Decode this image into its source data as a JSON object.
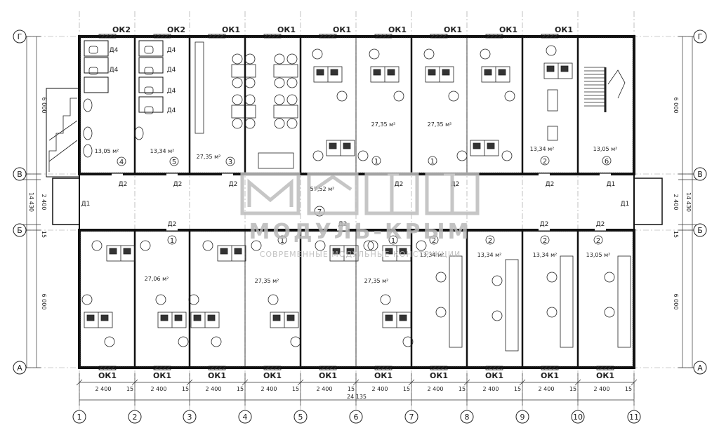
{
  "windows": {
    "top": [
      "ОК2",
      "ОК2",
      "ОК1",
      "ОК1",
      "ОК1",
      "ОК1",
      "ОК1",
      "ОК1",
      "ОК1"
    ],
    "bottom": [
      "ОК1",
      "ОК1",
      "ОК1",
      "ОК1",
      "ОК1",
      "ОК1",
      "ОК1",
      "ОК1",
      "ОК1",
      "ОК1"
    ]
  },
  "rooms_top": [
    {
      "area": "13,05 м²",
      "num": "4"
    },
    {
      "area": "13,34 м²",
      "num": "5"
    },
    {
      "area": "27,35 м²",
      "num": "3"
    },
    {
      "area": "27,35 м²",
      "num": "1"
    },
    {
      "area": "27,35 м²",
      "num": "1"
    },
    {
      "area": "13,34 м²",
      "num": "2"
    },
    {
      "area": "13,05 м²",
      "num": "6"
    }
  ],
  "rooms_bottom": [
    {
      "area": "27,06 м²",
      "num": "1"
    },
    {
      "area": "27,35 м²",
      "num": "1"
    },
    {
      "area": "27,35 м²",
      "num": "1"
    },
    {
      "area": "13,34 м²",
      "num": "2"
    },
    {
      "area": "13,34 м²",
      "num": "2"
    },
    {
      "area": "13,34 м²",
      "num": "2"
    },
    {
      "area": "13,05 м²",
      "num": "2"
    }
  ],
  "corridor": {
    "area": "57,52 м²",
    "num": "7"
  },
  "doors": {
    "top": [
      "Д2",
      "Д2",
      "Д2",
      "Д2",
      "Д2",
      "Д2",
      "Д1"
    ],
    "bottom": [
      "Д2",
      "Д2",
      "Д2",
      "Д2"
    ],
    "wc": [
      "Д4",
      "Д4",
      "Д4",
      "Д4",
      "Д4",
      "Д4"
    ],
    "ends": [
      "Д1",
      "Д1"
    ]
  },
  "dims": {
    "modules": [
      "2 400",
      "2 400",
      "2 400",
      "2 400",
      "2 400",
      "2 400",
      "2 400",
      "2 400",
      "2 400",
      "2 400"
    ],
    "gap": "15",
    "total": "24 135",
    "left": [
      "6 000",
      "2 400",
      "15",
      "14 430"
    ],
    "right": [
      "6 000",
      "2 400",
      "15",
      "14 430"
    ]
  },
  "axes": {
    "rows": [
      "Г",
      "В",
      "Б",
      "А"
    ],
    "cols": [
      "1",
      "2",
      "3",
      "4",
      "5",
      "6",
      "7",
      "8",
      "9",
      "10",
      "11"
    ]
  },
  "watermark": {
    "line1": "МОДУЛЬ-КРЫМ",
    "line2": "СОВРЕМЕННЫЕ МОДУЛЬНЫЕ КОНСТРУКЦИИ"
  }
}
